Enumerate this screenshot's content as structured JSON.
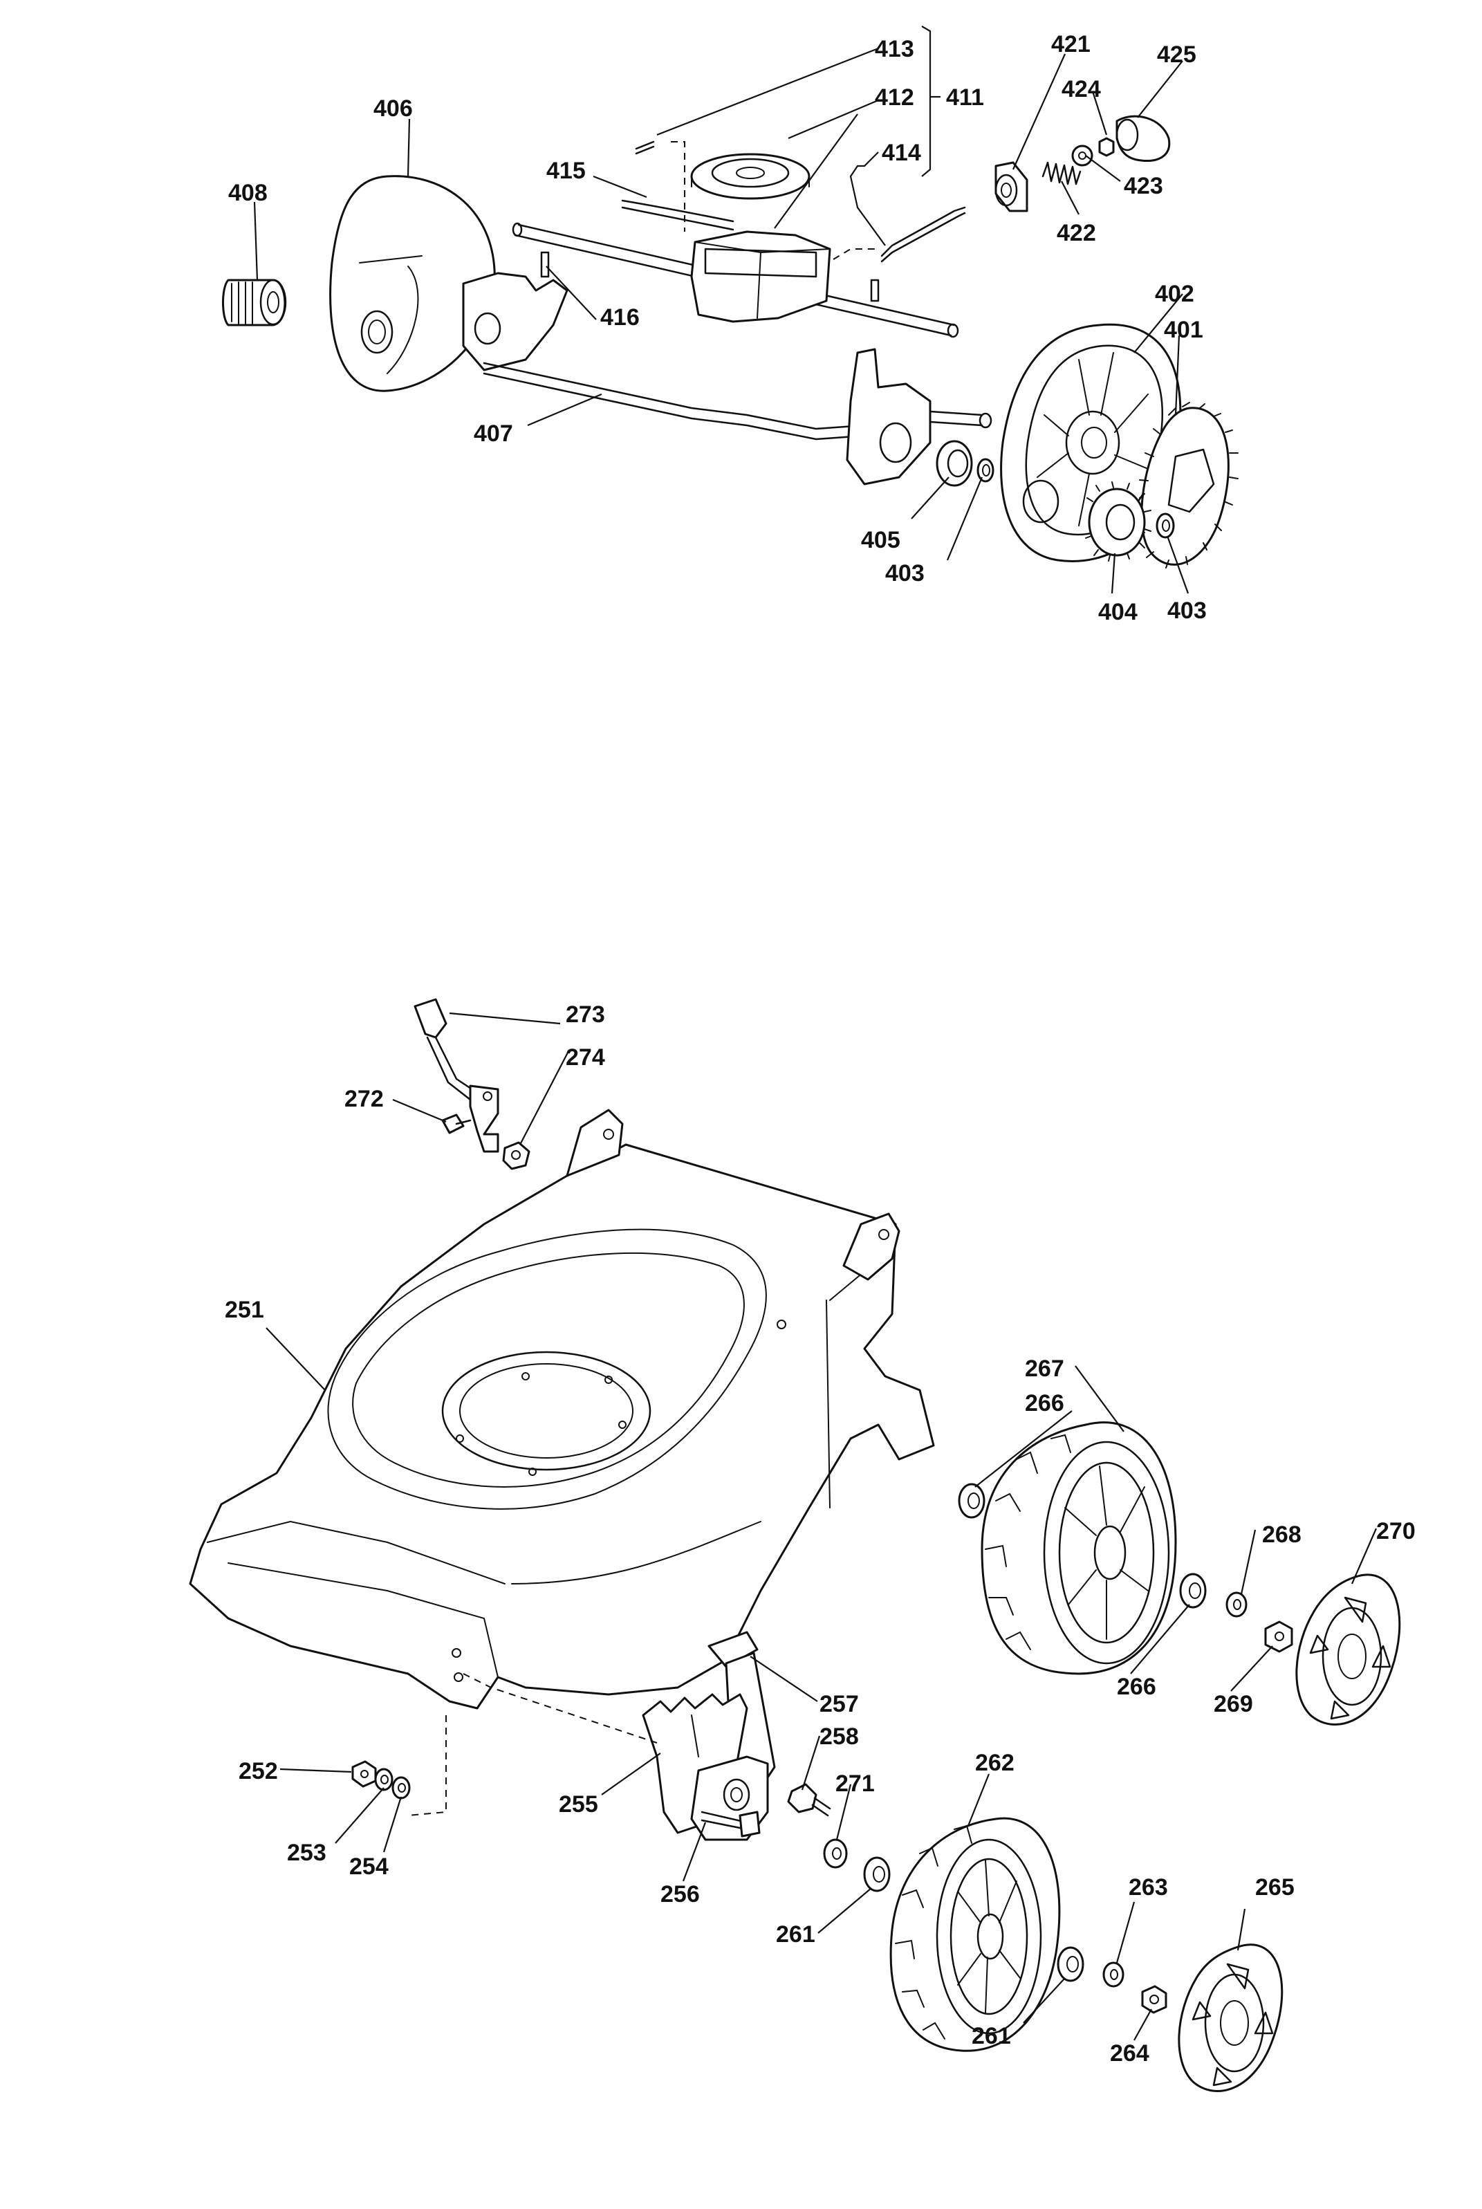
{
  "labels": {
    "p401": "401",
    "p402": "402",
    "p403a": "403",
    "p403b": "403",
    "p404": "404",
    "p405": "405",
    "p406": "406",
    "p407": "407",
    "p408": "408",
    "p411": "411",
    "p412": "412",
    "p413": "413",
    "p414": "414",
    "p415": "415",
    "p416": "416",
    "p421": "421",
    "p422": "422",
    "p423": "423",
    "p424": "424",
    "p425": "425",
    "p251": "251",
    "p252": "252",
    "p253": "253",
    "p254": "254",
    "p255": "255",
    "p256": "256",
    "p257": "257",
    "p258": "258",
    "p261a": "261",
    "p261b": "261",
    "p262": "262",
    "p263": "263",
    "p264": "264",
    "p265": "265",
    "p266a": "266",
    "p266b": "266",
    "p267": "267",
    "p268": "268",
    "p269": "269",
    "p270": "270",
    "p271": "271",
    "p272": "272",
    "p273": "273",
    "p274": "274"
  },
  "colors": {
    "line": "#111111",
    "background": "#ffffff"
  }
}
